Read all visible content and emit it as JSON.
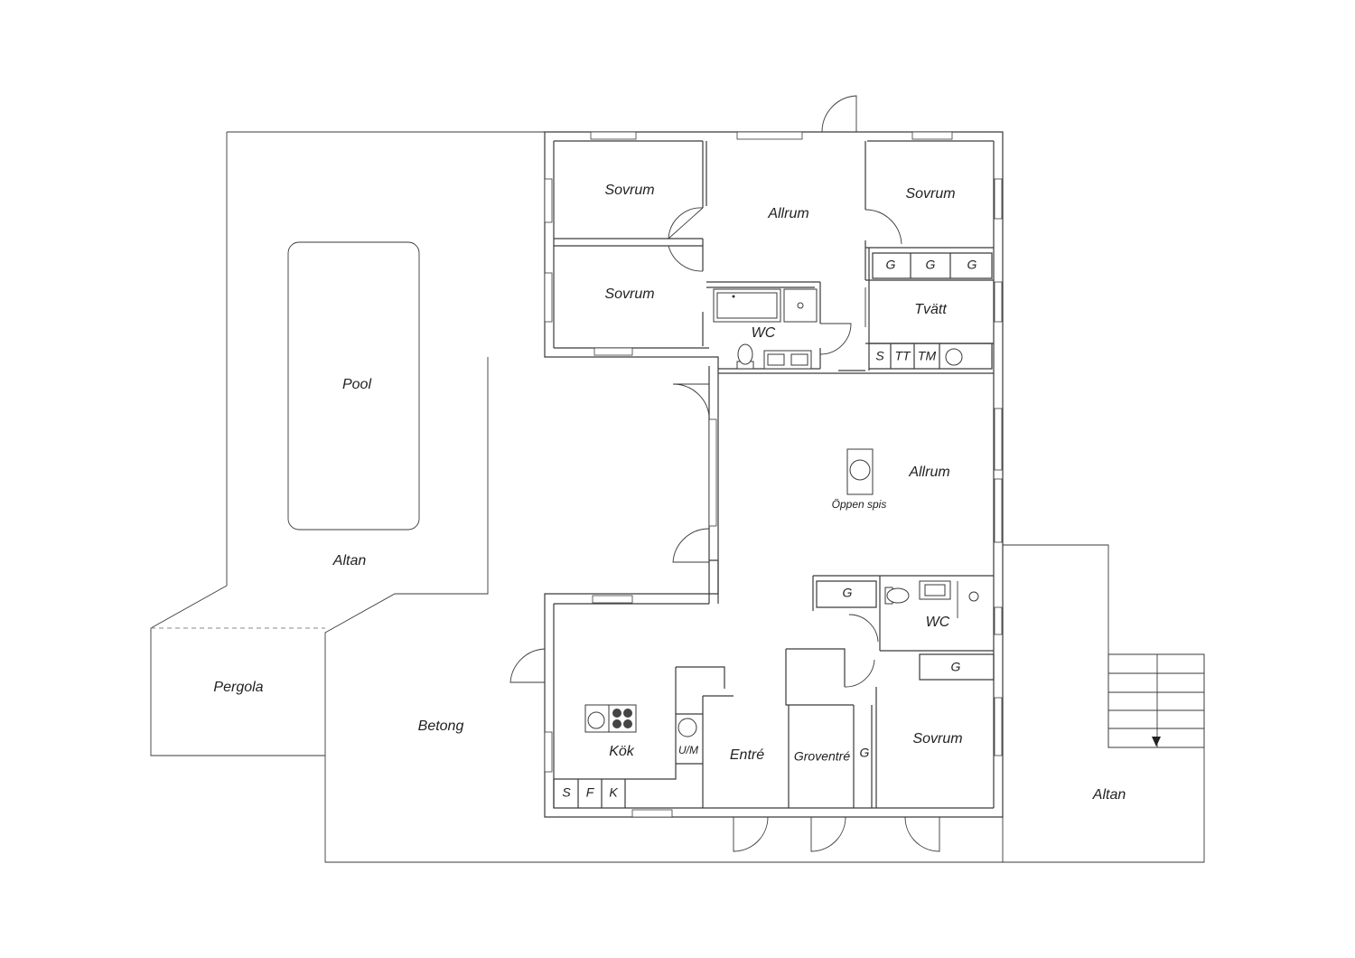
{
  "rooms": {
    "bedroom_nw_top": "Sovrum",
    "bedroom_nw_bottom": "Sovrum",
    "bedroom_ne": "Sovrum",
    "bedroom_se": "Sovrum",
    "family_room_north": "Allrum",
    "family_room_center": "Allrum",
    "wc_north": "WC",
    "wc_south": "WC",
    "laundry": "Tvätt",
    "kitchen": "Kök",
    "entrance": "Entré",
    "back_entrance": "Groventré",
    "pool": "Pool",
    "deck_west": "Altan",
    "deck_east": "Altan",
    "pergola": "Pergola",
    "concrete": "Betong"
  },
  "fixtures": {
    "fireplace": "Öppen spis",
    "wardrobe": "G",
    "laundry_sink": "S",
    "tumble_dryer": "TT",
    "washing_machine": "TM",
    "kitchen_fridge": "S",
    "kitchen_freezer": "F",
    "kitchen_cooler": "K",
    "microwave_oven": "U/M"
  }
}
